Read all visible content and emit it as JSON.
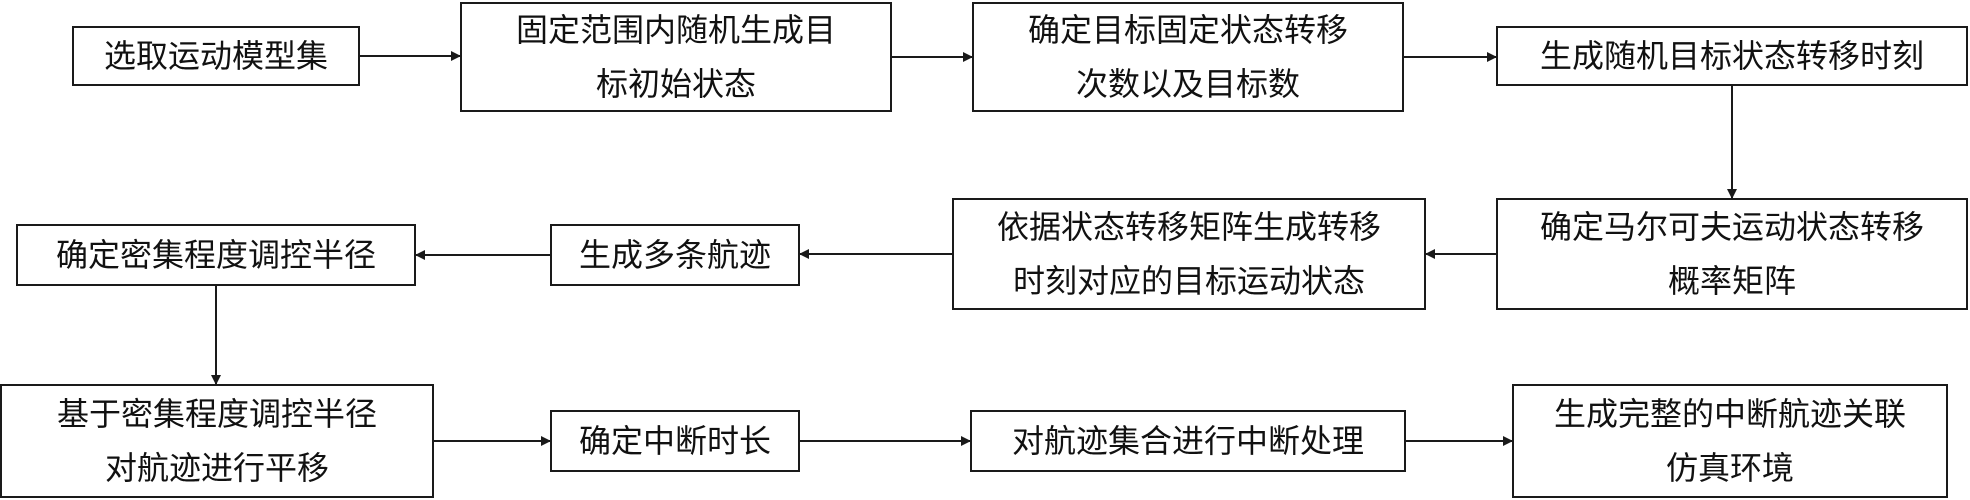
{
  "diagram": {
    "nodes": [
      {
        "id": "n1",
        "label": "选取运动模型集"
      },
      {
        "id": "n2",
        "label": "固定范围内随机生成目\n标初始状态"
      },
      {
        "id": "n3",
        "label": "确定目标固定状态转移\n次数以及目标数"
      },
      {
        "id": "n4",
        "label": "生成随机目标状态转移时刻"
      },
      {
        "id": "n5",
        "label": "确定马尔可夫运动状态转移\n概率矩阵"
      },
      {
        "id": "n6",
        "label": "依据状态转移矩阵生成转移\n时刻对应的目标运动状态"
      },
      {
        "id": "n7",
        "label": "生成多条航迹"
      },
      {
        "id": "n8",
        "label": "确定密集程度调控半径"
      },
      {
        "id": "n9",
        "label": "基于密集程度调控半径\n对航迹进行平移"
      },
      {
        "id": "n10",
        "label": "确定中断时长"
      },
      {
        "id": "n11",
        "label": "对航迹集合进行中断处理"
      },
      {
        "id": "n12",
        "label": "生成完整的中断航迹关联\n仿真环境"
      }
    ],
    "edges": [
      {
        "from": "n1",
        "to": "n2"
      },
      {
        "from": "n2",
        "to": "n3"
      },
      {
        "from": "n3",
        "to": "n4"
      },
      {
        "from": "n4",
        "to": "n5"
      },
      {
        "from": "n5",
        "to": "n6"
      },
      {
        "from": "n6",
        "to": "n7"
      },
      {
        "from": "n7",
        "to": "n8"
      },
      {
        "from": "n8",
        "to": "n9"
      },
      {
        "from": "n9",
        "to": "n10"
      },
      {
        "from": "n10",
        "to": "n11"
      },
      {
        "from": "n11",
        "to": "n12"
      }
    ]
  }
}
